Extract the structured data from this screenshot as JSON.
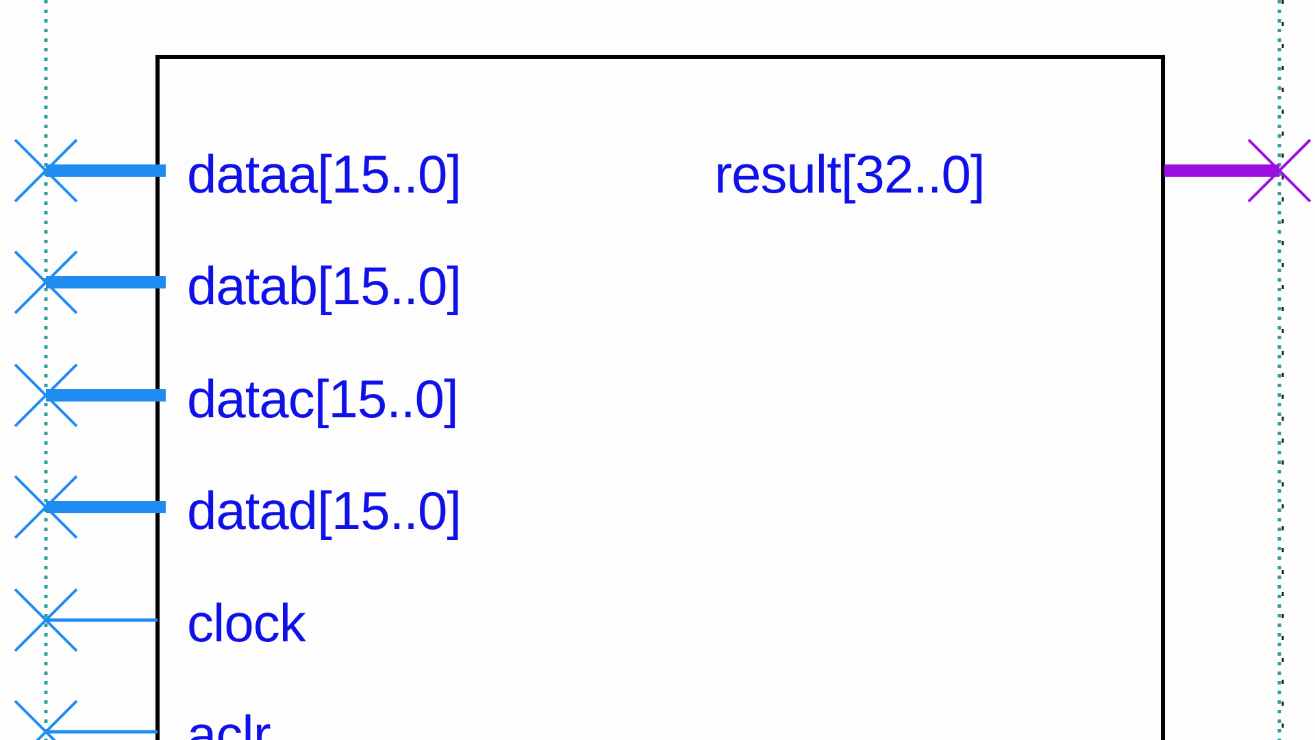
{
  "block": {
    "title": "",
    "inputs": [
      {
        "label": "dataa[15..0]",
        "type": "bus"
      },
      {
        "label": "datab[15..0]",
        "type": "bus"
      },
      {
        "label": "datac[15..0]",
        "type": "bus"
      },
      {
        "label": "datad[15..0]",
        "type": "bus"
      },
      {
        "label": "clock",
        "type": "wire"
      },
      {
        "label": "aclr",
        "type": "wire"
      }
    ],
    "outputs": [
      {
        "label": "result[32..0]",
        "type": "bus"
      }
    ]
  },
  "colors": {
    "input_wire": "#1e8cf0",
    "output_wire": "#9b10e0",
    "label_text": "#1010e8",
    "box_border": "#000000",
    "box_fill": "#fdfdfd",
    "guide_line": "#2aa09a",
    "title_text": "#8a1a6e"
  }
}
